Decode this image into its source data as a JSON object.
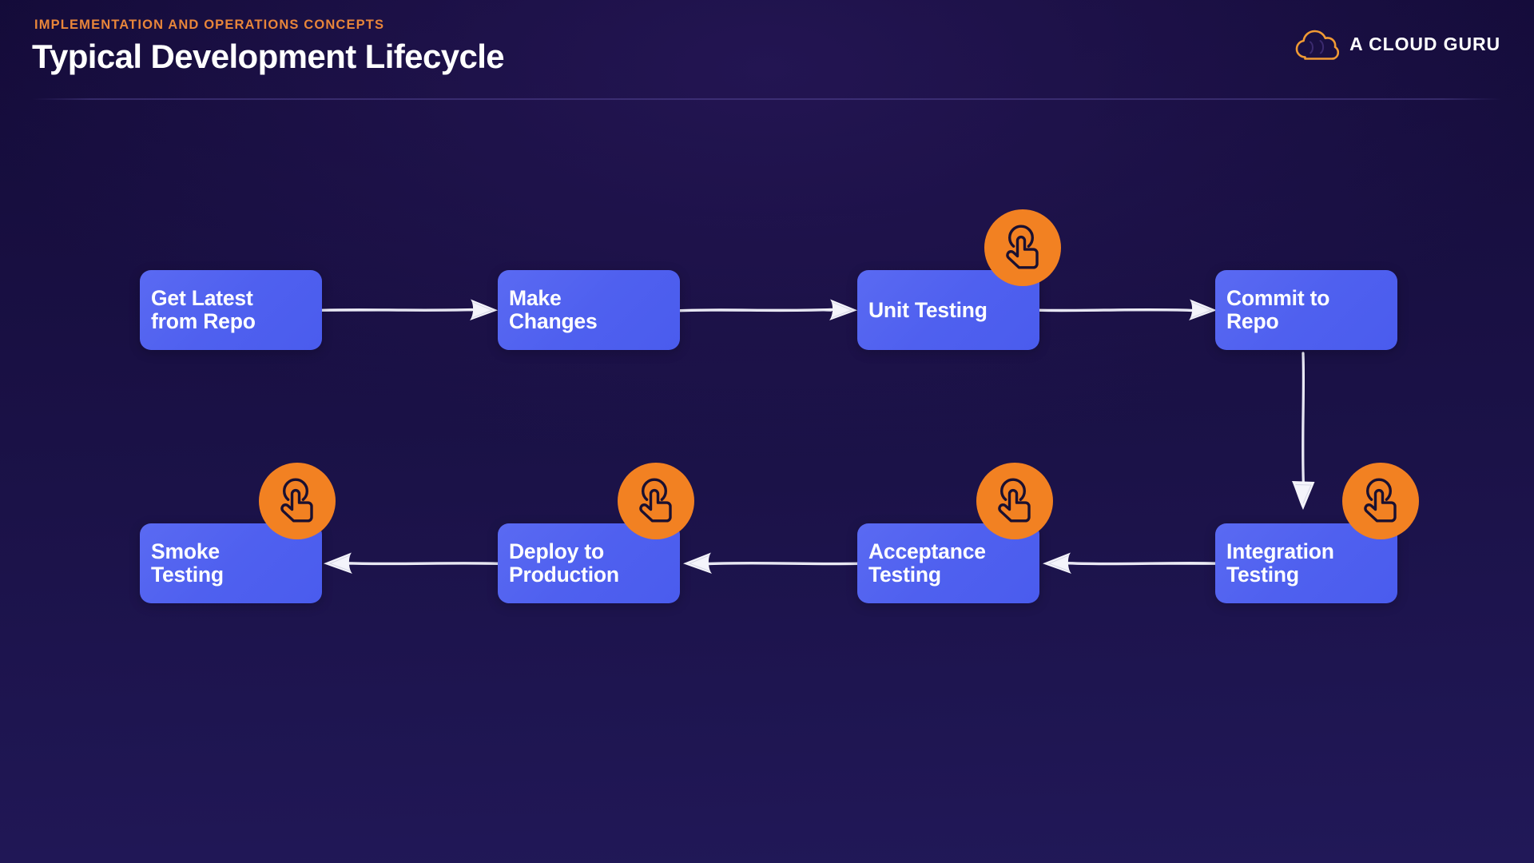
{
  "slide": {
    "eyebrow": "IMPLEMENTATION AND OPERATIONS CONCEPTS",
    "title": "Typical Development Lifecycle",
    "background_color": "#1a1047",
    "accent_color": "#e8853a",
    "node_color": "#4f60ef",
    "icon_color": "#f28122",
    "text_color": "#ffffff"
  },
  "logo": {
    "brand": "A CLOUD GURU",
    "mark": "cloud-icon",
    "mark_color": "#f09a34"
  },
  "diagram": {
    "type": "flowchart",
    "direction": "serpentine-left-to-right-then-right-to-left",
    "nodes": [
      {
        "id": "get-latest",
        "label": "Get Latest\nfrom Repo",
        "row": 1,
        "col": 1,
        "has_tap_icon": false
      },
      {
        "id": "make-changes",
        "label": "Make\nChanges",
        "row": 1,
        "col": 2,
        "has_tap_icon": false
      },
      {
        "id": "unit-testing",
        "label": "Unit Testing",
        "row": 1,
        "col": 3,
        "has_tap_icon": true
      },
      {
        "id": "commit-repo",
        "label": "Commit to\nRepo",
        "row": 1,
        "col": 4,
        "has_tap_icon": false
      },
      {
        "id": "integration",
        "label": "Integration\nTesting",
        "row": 2,
        "col": 4,
        "has_tap_icon": true
      },
      {
        "id": "acceptance",
        "label": "Acceptance\nTesting",
        "row": 2,
        "col": 3,
        "has_tap_icon": true
      },
      {
        "id": "deploy-prod",
        "label": "Deploy to\nProduction",
        "row": 2,
        "col": 2,
        "has_tap_icon": true
      },
      {
        "id": "smoke",
        "label": "Smoke\nTesting",
        "row": 2,
        "col": 1,
        "has_tap_icon": true
      }
    ],
    "edges": [
      {
        "from": "get-latest",
        "to": "make-changes",
        "direction": "right"
      },
      {
        "from": "make-changes",
        "to": "unit-testing",
        "direction": "right"
      },
      {
        "from": "unit-testing",
        "to": "commit-repo",
        "direction": "right"
      },
      {
        "from": "commit-repo",
        "to": "integration",
        "direction": "down"
      },
      {
        "from": "integration",
        "to": "acceptance",
        "direction": "left"
      },
      {
        "from": "acceptance",
        "to": "deploy-prod",
        "direction": "left"
      },
      {
        "from": "deploy-prod",
        "to": "smoke",
        "direction": "left"
      }
    ],
    "tap_icon_name": "tap-gesture-icon"
  }
}
